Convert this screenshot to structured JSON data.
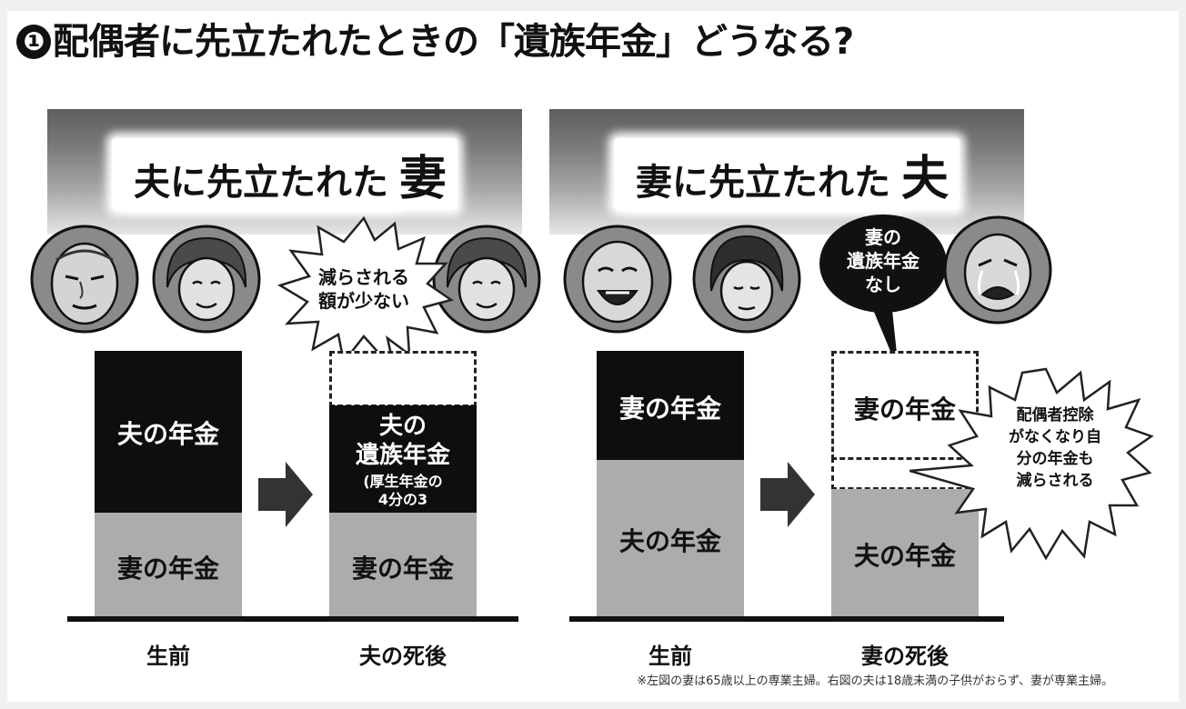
{
  "title": {
    "number": "❶",
    "text": "配偶者に先立たれたときの「遺族年金」どうなる?"
  },
  "left": {
    "header_prefix": "夫に先立たれた",
    "header_emphasis": "妻",
    "bubble": [
      "減らされる",
      "額が少ない"
    ],
    "before": {
      "top_label": "夫の年金",
      "bottom_label": "妻の年金",
      "axis": "生前"
    },
    "after": {
      "top_label_1": "夫の",
      "top_label_2": "遺族年金",
      "top_note_1": "(厚生年金の",
      "top_note_2": "4分の3",
      "bottom_label": "妻の年金",
      "axis": "夫の死後"
    }
  },
  "right": {
    "header_prefix": "妻に先立たれた",
    "header_emphasis": "夫",
    "bubble": [
      "妻の",
      "遺族年金",
      "なし"
    ],
    "burst": [
      "配偶者控除",
      "がなくなり自",
      "分の年金も",
      "減らされる"
    ],
    "before": {
      "top_label": "妻の年金",
      "bottom_label": "夫の年金",
      "axis": "生前"
    },
    "after": {
      "top_label": "妻の年金",
      "bottom_label": "夫の年金",
      "axis": "妻の死後"
    }
  },
  "footnote": "※左図の妻は65歳以上の専業主婦。右図の夫は18歳未満の子供がおらず、妻が専業主婦。",
  "colors": {
    "black_bar": "#0e0e0e",
    "gray_bar": "#acacac",
    "dashed_border": "#222222"
  }
}
